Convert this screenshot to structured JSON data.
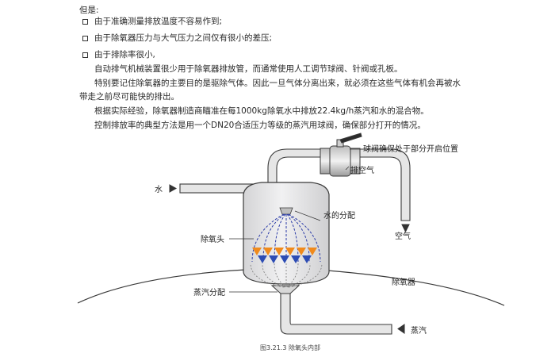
{
  "intro": {
    "heading": "但是:",
    "bullets": [
      "由于准确测量排放温度不容易作到;",
      "由于除氧器压力与大气压力之间仅有很小的差压;",
      "由于排除率很小,"
    ],
    "paragraphs": [
      "自动排气机械装置很少用于除氧器排放管，而通常使用人工调节球阀、针阀或孔板。",
      "特别要记住除氧器的主要目的是驱除气体。因此一旦气体分离出来，就必须在这些气体有机会再被水",
      "带走之前尽可能快的排出。",
      "根据实际经验，除氧器制造商瞄准在每1000kg除氧水中排放22.4kg/h蒸汽和水的混合物。",
      "控制排放率的典型方法是用一个DN20合适压力等级的蒸汽用球阀，确保部分打开的情况。"
    ]
  },
  "diagram": {
    "labels": {
      "valve_note": "球阀确保处于部分开启位置",
      "vent": "排空气",
      "water_in": "水",
      "water_distribution": "水的分配",
      "deaerator_head": "除氧头",
      "air_out": "空气",
      "steam_distribution": "蒸汽分配",
      "deaerator": "除氧器",
      "steam_in": "蒸汽"
    },
    "caption": "图3.21.3 除氧头内部",
    "colors": {
      "tank_fill": "#e9e9ea",
      "pipe_fill": "#e6e6e6",
      "outline": "#3a3a3a",
      "spray": "#2d3da8",
      "steam_triangle": "#f08a1c",
      "water_triangle": "#2c4cb4"
    }
  }
}
